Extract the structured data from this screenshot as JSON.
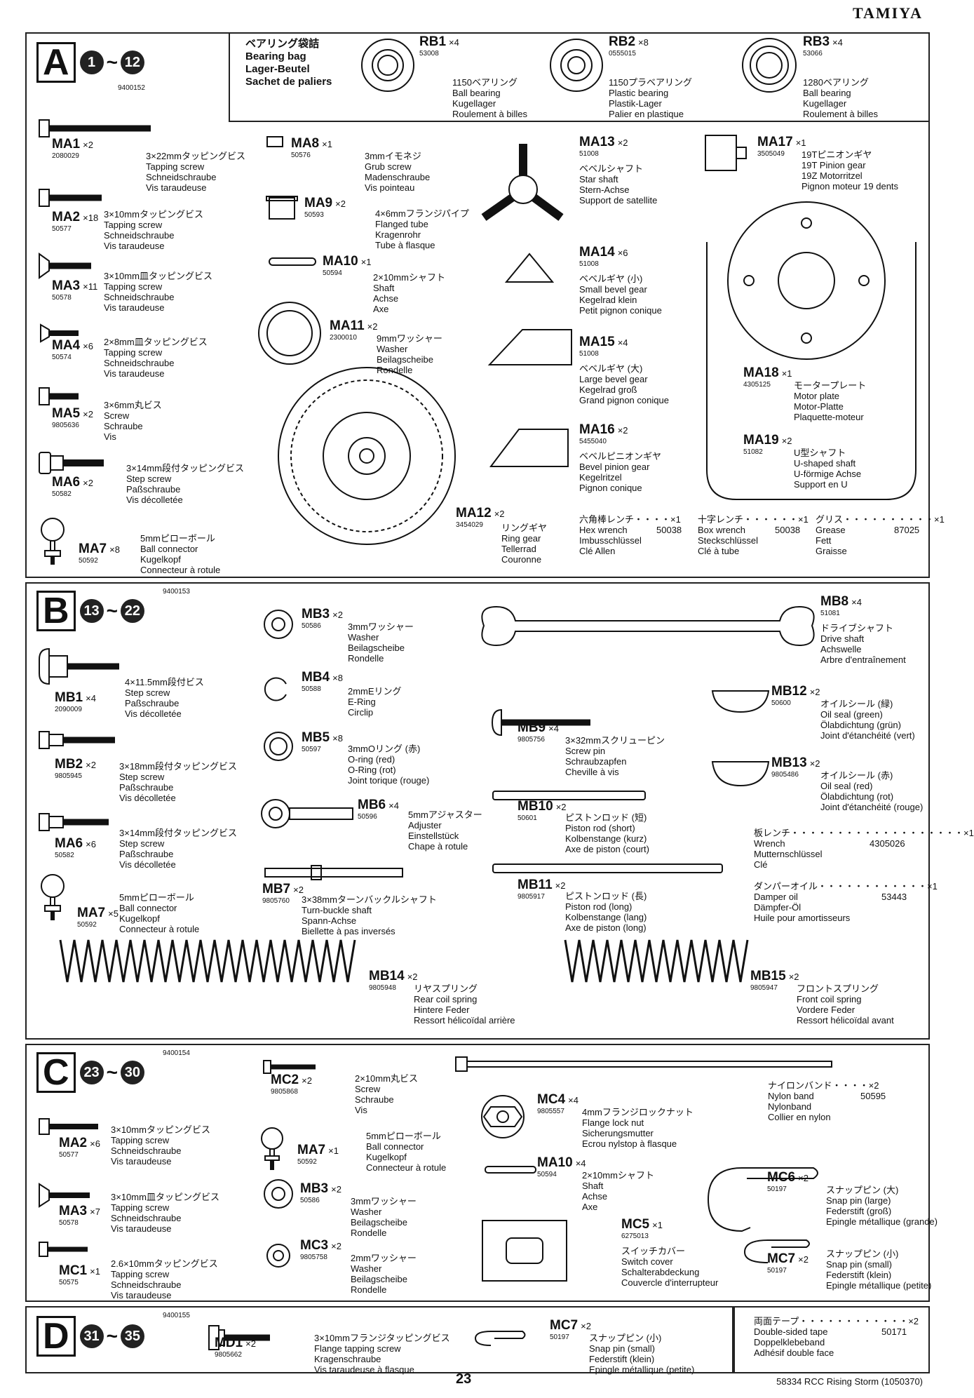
{
  "brand": "TAMIYA",
  "page_number": "23",
  "footer": "58334 RCC Rising Storm (1050370)",
  "sectionA": {
    "letter": "A",
    "from": "1",
    "to": "12",
    "code": "9400152"
  },
  "sectionB": {
    "letter": "B",
    "from": "13",
    "to": "22",
    "code": "9400153"
  },
  "sectionC": {
    "letter": "C",
    "from": "23",
    "to": "30",
    "code": "9400154"
  },
  "sectionD": {
    "letter": "D",
    "from": "31",
    "to": "35",
    "code": "9400155"
  },
  "tilde": "~",
  "bearing": {
    "jp": "ベアリング袋詰",
    "en": "Bearing bag",
    "de": "Lager-Beutel",
    "fr": "Sachet de paliers"
  },
  "parts": [
    {
      "id": "RB1",
      "qty": "×4",
      "num": "53008",
      "jp": "1150ベアリング",
      "en": "Ball bearing",
      "de": "Kugellager",
      "fr": "Roulement à billes"
    },
    {
      "id": "RB2",
      "qty": "×8",
      "num": "0555015",
      "jp": "1150プラベアリング",
      "en": "Plastic bearing",
      "de": "Plastik-Lager",
      "fr": "Palier en plastique"
    },
    {
      "id": "RB3",
      "qty": "×4",
      "num": "53066",
      "jp": "1280ベアリング",
      "en": "Ball bearing",
      "de": "Kugellager",
      "fr": "Roulement à billes"
    },
    {
      "id": "MA1",
      "qty": "×2",
      "num": "2080029",
      "jp": "3×22mmタッピングビス",
      "en": "Tapping screw",
      "de": "Schneidschraube",
      "fr": "Vis taraudeuse"
    },
    {
      "id": "MA2",
      "qty": "×18",
      "num": "50577",
      "jp": "3×10mmタッピングビス",
      "en": "Tapping screw",
      "de": "Schneidschraube",
      "fr": "Vis taraudeuse"
    },
    {
      "id": "MA3",
      "qty": "×11",
      "num": "50578",
      "jp": "3×10mm皿タッピングビス",
      "en": "Tapping screw",
      "de": "Schneidschraube",
      "fr": "Vis taraudeuse"
    },
    {
      "id": "MA4",
      "qty": "×6",
      "num": "50574",
      "jp": "2×8mm皿タッピングビス",
      "en": "Tapping screw",
      "de": "Schneidschraube",
      "fr": "Vis taraudeuse"
    },
    {
      "id": "MA5",
      "qty": "×2",
      "num": "9805636",
      "jp": "3×6mm丸ビス",
      "en": "Screw",
      "de": "Schraube",
      "fr": "Vis"
    },
    {
      "id": "MA6",
      "qty": "×2",
      "num": "50582",
      "jp": "3×14mm段付タッピングビス",
      "en": "Step screw",
      "de": "Paßschraube",
      "fr": "Vis décolletée"
    },
    {
      "id": "MA7",
      "qty": "×8",
      "num": "50592",
      "jp": "5mmピローボール",
      "en": "Ball connector",
      "de": "Kugelkopf",
      "fr": "Connecteur à rotule"
    },
    {
      "id": "MA8",
      "qty": "×1",
      "num": "50576",
      "jp": "3mmイモネジ",
      "en": "Grub screw",
      "de": "Madenschraube",
      "fr": "Vis pointeau"
    },
    {
      "id": "MA9",
      "qty": "×2",
      "num": "50593",
      "jp": "4×6mmフランジパイプ",
      "en": "Flanged tube",
      "de": "Kragenrohr",
      "fr": "Tube à flasque"
    },
    {
      "id": "MA10",
      "qty": "×1",
      "num": "50594",
      "jp": "2×10mmシャフト",
      "en": "Shaft",
      "de": "Achse",
      "fr": "Axe"
    },
    {
      "id": "MA11",
      "qty": "×2",
      "num": "2300010",
      "jp": "9mmワッシャー",
      "en": "Washer",
      "de": "Beilagscheibe",
      "fr": "Rondelle"
    },
    {
      "id": "MA12",
      "qty": "×2",
      "num": "3454029",
      "jp": "リングギヤ",
      "en": "Ring gear",
      "de": "Tellerrad",
      "fr": "Couronne"
    },
    {
      "id": "MA13",
      "qty": "×2",
      "num": "51008",
      "jp": "ベベルシャフト",
      "en": "Star shaft",
      "de": "Stern-Achse",
      "fr": "Support de satellite"
    },
    {
      "id": "MA14",
      "qty": "×6",
      "num": "51008",
      "jp": "ベベルギヤ (小)",
      "en": "Small bevel gear",
      "de": "Kegelrad klein",
      "fr": "Petit pignon conique"
    },
    {
      "id": "MA15",
      "qty": "×4",
      "num": "51008",
      "jp": "ベベルギヤ (大)",
      "en": "Large bevel gear",
      "de": "Kegelrad groß",
      "fr": "Grand pignon conique"
    },
    {
      "id": "MA16",
      "qty": "×2",
      "num": "5455040",
      "jp": "ベベルピニオンギヤ",
      "en": "Bevel pinion gear",
      "de": "Kegelritzel",
      "fr": "Pignon conique"
    },
    {
      "id": "MA17",
      "qty": "×1",
      "num": "3505049",
      "jp": "19Tピニオンギヤ",
      "en": "19T Pinion gear",
      "de": "19Z Motorritzel",
      "fr": "Pignon moteur 19 dents"
    },
    {
      "id": "MA18",
      "qty": "×1",
      "num": "4305125",
      "jp": "モータープレート",
      "en": "Motor plate",
      "de": "Motor-Platte",
      "fr": "Plaquette-moteur"
    },
    {
      "id": "MA19",
      "qty": "×2",
      "num": "51082",
      "jp": "U型シャフト",
      "en": "U-shaped shaft",
      "de": "U-förmige Achse",
      "fr": "Support en U"
    },
    {
      "id": "MB1",
      "qty": "×4",
      "num": "2090009",
      "jp": "4×11.5mm段付ビス",
      "en": "Step screw",
      "de": "Paßschraube",
      "fr": "Vis décolletée"
    },
    {
      "id": "MB2",
      "qty": "×2",
      "num": "9805945",
      "jp": "3×18mm段付タッピングビス",
      "en": "Step screw",
      "de": "Paßschraube",
      "fr": "Vis décolletée"
    },
    {
      "id": "MB6b",
      "qty": "×6",
      "num": "50582",
      "jp": "3×14mm段付タッピングビス",
      "en": "Step screw",
      "de": "Paßschraube",
      "fr": "Vis décolletée"
    },
    {
      "id": "MB7b",
      "qty": "×5",
      "num": "50592",
      "jp": "5mmピローボール",
      "en": "Ball connector",
      "de": "Kugelkopf",
      "fr": "Connecteur à rotule"
    },
    {
      "id": "MB3",
      "qty": "×2",
      "num": "50586",
      "jp": "3mmワッシャー",
      "en": "Washer",
      "de": "Beilagscheibe",
      "fr": "Rondelle"
    },
    {
      "id": "MB4",
      "qty": "×8",
      "num": "50588",
      "jp": "2mmEリング",
      "en": "E-Ring",
      "de": "Circlip",
      "fr": ""
    },
    {
      "id": "MB5",
      "qty": "×8",
      "num": "50597",
      "jp": "3mmOリング (赤)",
      "en": "O-ring (red)",
      "de": "O-Ring (rot)",
      "fr": "Joint torique (rouge)"
    },
    {
      "id": "MB6",
      "qty": "×4",
      "num": "50596",
      "jp": "5mmアジャスター",
      "en": "Adjuster",
      "de": "Einstellstück",
      "fr": "Chape à rotule"
    },
    {
      "id": "MB7",
      "qty": "×2",
      "num": "9805760",
      "jp": "3×38mmターンバックルシャフト",
      "en": "Turn-buckle shaft",
      "de": "Spann-Achse",
      "fr": "Biellette à pas inversés"
    },
    {
      "id": "MB8",
      "qty": "×4",
      "num": "51081",
      "jp": "ドライブシャフト",
      "en": "Drive shaft",
      "de": "Achswelle",
      "fr": "Arbre d'entraînement"
    },
    {
      "id": "MB9",
      "qty": "×4",
      "num": "9805756",
      "jp": "3×32mmスクリューピン",
      "en": "Screw pin",
      "de": "Schraubzapfen",
      "fr": "Cheville à vis"
    },
    {
      "id": "MB10",
      "qty": "×2",
      "num": "50601",
      "jp": "ピストンロッド (短)",
      "en": "Piston rod (short)",
      "de": "Kolbenstange (kurz)",
      "fr": "Axe de piston (court)"
    },
    {
      "id": "MB11",
      "qty": "×2",
      "num": "9805917",
      "jp": "ピストンロッド (長)",
      "en": "Piston rod (long)",
      "de": "Kolbenstange (lang)",
      "fr": "Axe de piston (long)"
    },
    {
      "id": "MB12",
      "qty": "×2",
      "num": "50600",
      "jp": "オイルシール (緑)",
      "en": "Oil seal (green)",
      "de": "Ölabdichtung (grün)",
      "fr": "Joint d'étanchéité (vert)"
    },
    {
      "id": "MB13",
      "qty": "×2",
      "num": "9805486",
      "jp": "オイルシール (赤)",
      "en": "Oil seal (red)",
      "de": "Ölabdichtung (rot)",
      "fr": "Joint d'étanchéité (rouge)"
    },
    {
      "id": "MB14",
      "qty": "×2",
      "num": "9805948",
      "jp": "リヤスプリング",
      "en": "Rear coil spring",
      "de": "Hintere Feder",
      "fr": "Ressort hélicoïdal arrière"
    },
    {
      "id": "MB15",
      "qty": "×2",
      "num": "9805947",
      "jp": "フロントスプリング",
      "en": "Front coil spring",
      "de": "Vordere Feder",
      "fr": "Ressort hélicoïdal avant"
    },
    {
      "id": "MC2",
      "qty": "×2",
      "num": "9805868",
      "jp": "2×10mm丸ビス",
      "en": "Screw",
      "de": "Schraube",
      "fr": "Vis"
    },
    {
      "id": "MCa2",
      "qty": "×6",
      "num": "50577",
      "jp": "3×10mmタッピングビス",
      "en": "Tapping screw",
      "de": "Schneidschraube",
      "fr": "Vis taraudeuse"
    },
    {
      "id": "MCa3",
      "qty": "×7",
      "num": "50578",
      "jp": "3×10mm皿タッピングビス",
      "en": "Tapping screw",
      "de": "Schneidschraube",
      "fr": "Vis taraudeuse"
    },
    {
      "id": "MC1",
      "qty": "×1",
      "num": "50575",
      "jp": "2.6×10mmタッピングビス",
      "en": "Tapping screw",
      "de": "Schneidschraube",
      "fr": "Vis taraudeuse"
    },
    {
      "id": "MCa7",
      "qty": "×1",
      "num": "50592",
      "jp": "5mmピローボール",
      "en": "Ball connector",
      "de": "Kugelkopf",
      "fr": "Connecteur à rotule"
    },
    {
      "id": "MCb3",
      "qty": "×2",
      "num": "50586",
      "jp": "3mmワッシャー",
      "en": "Washer",
      "de": "Beilagscheibe",
      "fr": "Rondelle"
    },
    {
      "id": "MC3",
      "qty": "×2",
      "num": "9805758",
      "jp": "2mmワッシャー",
      "en": "Washer",
      "de": "Beilagscheibe",
      "fr": "Rondelle"
    },
    {
      "id": "MC4",
      "qty": "×4",
      "num": "9805557",
      "jp": "4mmフランジロックナット",
      "en": "Flange lock nut",
      "de": "Sicherungsmutter",
      "fr": "Ecrou nylstop à flasque"
    },
    {
      "id": "MCa10",
      "qty": "×4",
      "num": "50594",
      "jp": "2×10mmシャフト",
      "en": "Shaft",
      "de": "Achse",
      "fr": "Axe"
    },
    {
      "id": "MC5",
      "qty": "×1",
      "num": "6275013",
      "jp": "スイッチカバー",
      "en": "Switch cover",
      "de": "Schalterabdeckung",
      "fr": "Couvercle d'interrupteur"
    },
    {
      "id": "MC6",
      "qty": "×2",
      "num": "50197",
      "jp": "スナップピン (大)",
      "en": "Snap pin (large)",
      "de": "Federstift (groß)",
      "fr": "Epingle métallique (grande)"
    },
    {
      "id": "MC7",
      "qty": "×2",
      "num": "50197",
      "jp": "スナップピン (小)",
      "en": "Snap pin (small)",
      "de": "Federstift (klein)",
      "fr": "Epingle métallique (petite)"
    },
    {
      "id": "MD1",
      "qty": "×2",
      "num": "9805662",
      "jp": "3×10mmフランジタッピングビス",
      "en": "Flange tapping screw",
      "de": "Kragenschraube",
      "fr": "Vis taraudeuse à flasque"
    },
    {
      "id": "MDc7",
      "qty": "×2",
      "num": "50197",
      "jp": "スナップピン (小)",
      "en": "Snap pin (small)",
      "de": "Federstift (klein)",
      "fr": "Epingle métallique (petite)"
    }
  ],
  "labels": {
    "MB6b": "MA6",
    "MB7b": "MA7",
    "MCa2": "MA2",
    "MCa3": "MA3",
    "MCa7": "MA7",
    "MCb3": "MB3",
    "MCa10": "MA10",
    "MDc7": "MC7"
  },
  "tools": {
    "hex": {
      "jp": "六角棒レンチ・・・・×1",
      "num": "50038",
      "en": "Hex wrench",
      "de": "Imbusschlüssel",
      "fr": "Clé Allen"
    },
    "box": {
      "jp": "十字レンチ・・・・・・×1",
      "num": "50038",
      "en": "Box wrench",
      "de": "Steckschlüssel",
      "fr": "Clé à tube"
    },
    "grease": {
      "jp": "グリス・・・・・・・・・・×1",
      "num": "87025",
      "en": "Grease",
      "de": "Fett",
      "fr": "Graisse"
    },
    "wrench": {
      "jp": "板レンチ・・・・・・・・・・・・・・・・・・・×1",
      "num": "4305026",
      "en": "Wrench",
      "de": "Mutternschlüssel",
      "fr": "Clé"
    },
    "oil": {
      "jp": "ダンパーオイル・・・・・・・・・・・・×1",
      "num": "53443",
      "en": "Damper oil",
      "de": "Dämpfer-Öl",
      "fr": "Huile pour amortisseurs"
    },
    "nylon": {
      "jp": "ナイロンバンド・・・・×2",
      "num": "50595",
      "en": "Nylon band",
      "de": "Nylonband",
      "fr": "Collier en nylon"
    },
    "tape": {
      "jp": "両面テープ・・・・・・・・・・・・×2",
      "num": "50171",
      "en": "Double-sided tape",
      "de": "Doppelklebeband",
      "fr": "Adhésif double face"
    }
  }
}
